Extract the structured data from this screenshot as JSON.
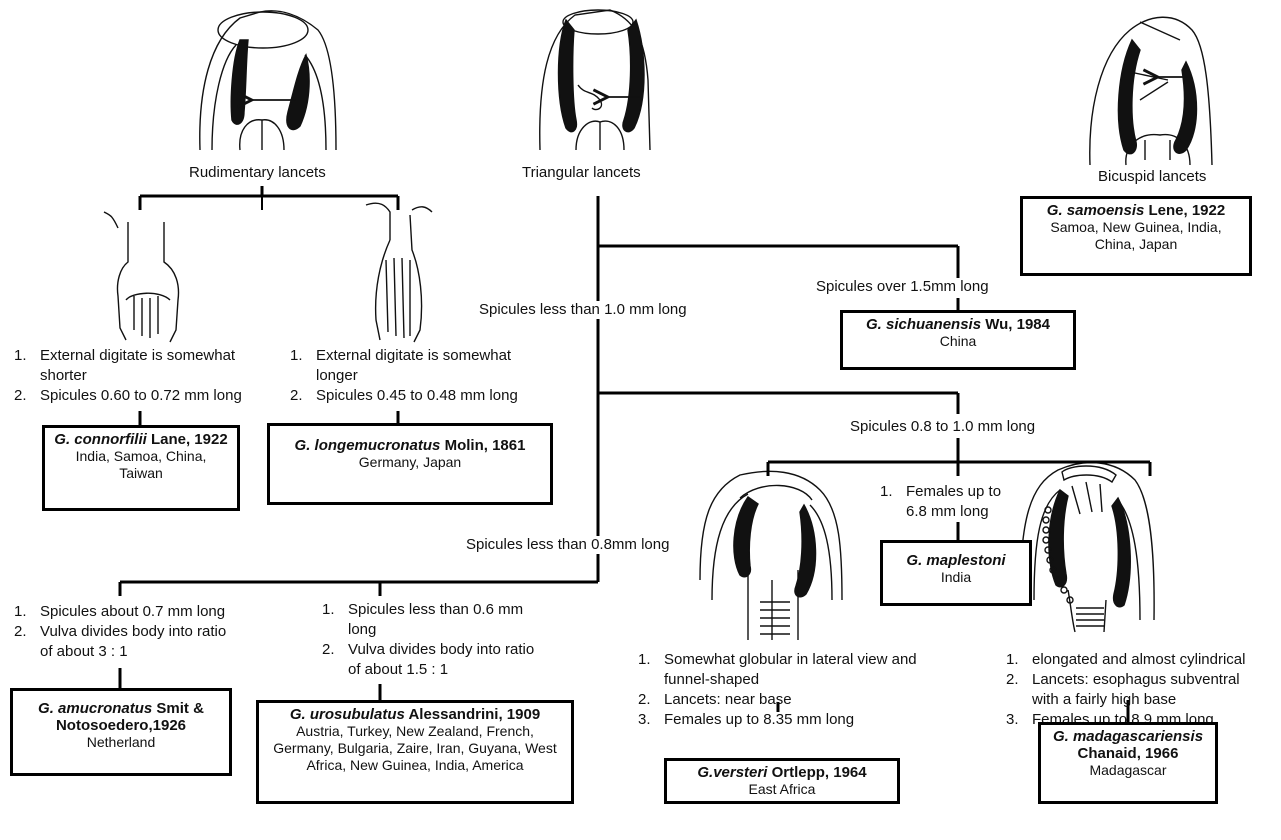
{
  "lancets": {
    "rudimentary": "Rudimentary lancets",
    "triangular": "Triangular lancets",
    "bicuspid": "Bicuspid lancets"
  },
  "branches": {
    "less_1_0": "Spicules less than 1.0 mm long",
    "over_1_5": "Spicules over 1.5mm long",
    "range_0_8_1_0": "Spicules 0.8 to 1.0 mm long",
    "less_0_8": "Spicules less than 0.8mm long"
  },
  "criteria": {
    "connorfilii": [
      {
        "n": "1.",
        "text": "External digitate is somewhat",
        "cont": "shorter"
      },
      {
        "n": "2.",
        "text": "Spicules 0.60 to 0.72 mm long",
        "cont": ""
      }
    ],
    "longemucronatus": [
      {
        "n": "1.",
        "text": "External digitate is somewhat",
        "cont": "longer"
      },
      {
        "n": "2.",
        "text": "Spicules 0.45 to 0.48 mm long",
        "cont": ""
      }
    ],
    "maplestoni": [
      {
        "n": "1.",
        "text": "Females up to",
        "cont": "6.8 mm long"
      }
    ],
    "amucronatus": [
      {
        "n": "1.",
        "text": "Spicules about 0.7 mm long",
        "cont": ""
      },
      {
        "n": "2.",
        "text": "Vulva divides body into ratio",
        "cont": "of about 3 : 1"
      }
    ],
    "urosubulatus": [
      {
        "n": "1.",
        "text": "Spicules less than 0.6 mm",
        "cont": "long"
      },
      {
        "n": "2.",
        "text": "Vulva divides body into ratio",
        "cont": "of about 1.5 : 1"
      }
    ],
    "versteri": [
      {
        "n": "1.",
        "text": "Somewhat globular in lateral view and",
        "cont": "funnel-shaped"
      },
      {
        "n": "2.",
        "text": "Lancets: near base",
        "cont": ""
      },
      {
        "n": "3.",
        "text": "Females up to 8.35 mm long",
        "cont": ""
      }
    ],
    "madagascariensis": [
      {
        "n": "1.",
        "text": "elongated and almost cylindrical",
        "cont": ""
      },
      {
        "n": "2.",
        "text": "Lancets: esophagus subventral",
        "cont": "with a fairly high base"
      },
      {
        "n": "3.",
        "text": "Females up to 8.9 mm long",
        "cont": ""
      }
    ]
  },
  "species": {
    "samoensis": {
      "genus": "G. samoensis",
      "author": " Lene, 1922",
      "author2": "",
      "loc": "Samoa, New Guinea, India,",
      "loc2": "China, Japan",
      "loc3": ""
    },
    "sichuanensis": {
      "genus": "G. sichuanensis",
      "author": " Wu, 1984",
      "author2": "",
      "loc": "China",
      "loc2": "",
      "loc3": ""
    },
    "connorfilii": {
      "genus": "G. connorfilii",
      "author": " Lane, 1922",
      "author2": "",
      "loc": "India, Samoa, China,",
      "loc2": "Taiwan",
      "loc3": ""
    },
    "longemucronatus": {
      "genus": "G. longemucronatus",
      "author": " Molin, 1861",
      "author2": "",
      "loc": "Germany, Japan",
      "loc2": "",
      "loc3": ""
    },
    "maplestoni": {
      "genus": "G. maplestoni",
      "author": "",
      "author2": "",
      "loc": "India",
      "loc2": "",
      "loc3": ""
    },
    "amucronatus": {
      "genus": "G. amucronatus",
      "author": " Smit &",
      "author2": "Notosoedero,1926",
      "loc": "Netherland",
      "loc2": "",
      "loc3": ""
    },
    "urosubulatus": {
      "genus": "G. urosubulatus",
      "author": " Alessandrini, 1909",
      "author2": "",
      "loc": "Austria, Turkey, New Zealand, French,",
      "loc2": "Germany, Bulgaria, Zaire, Iran, Guyana, West",
      "loc3": "Africa, New Guinea, India, America"
    },
    "versteri": {
      "genus": "G.versteri",
      "author": " Ortlepp, 1964",
      "author2": "",
      "loc": "East Africa",
      "loc2": "",
      "loc3": ""
    },
    "madagascariensis": {
      "genus": "G. madagascariensis",
      "author": "",
      "author2": "Chanaid, 1966",
      "loc": "Madagascar",
      "loc2": "",
      "loc3": ""
    }
  },
  "colors": {
    "line": "#000000",
    "drawing": "#111111",
    "background": "#ffffff"
  }
}
